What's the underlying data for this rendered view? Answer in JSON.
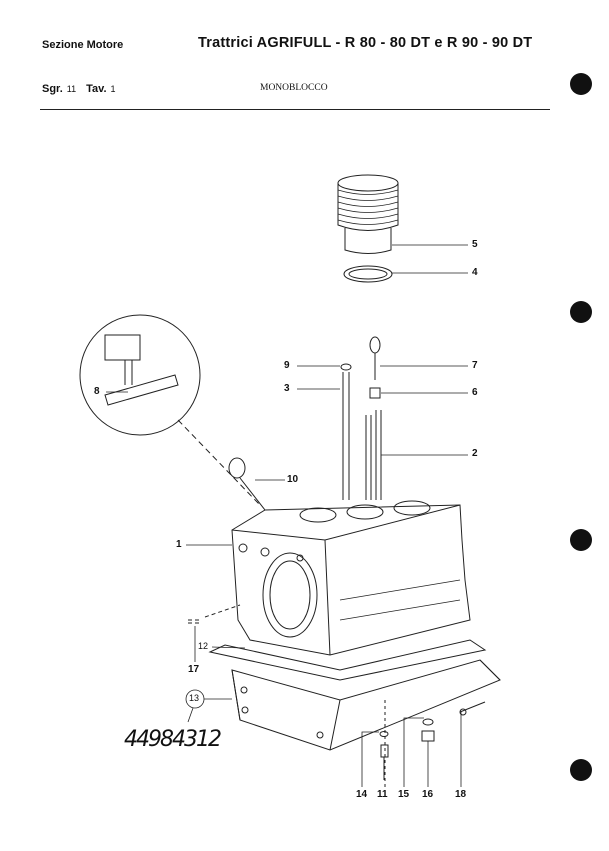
{
  "header": {
    "section": "Sezione Motore",
    "title": "Trattrici AGRIFULL - R 80 - 80 DT e R 90 - 90 DT",
    "sgr_label": "Sgr.",
    "sgr_value": "11",
    "tav_label": "Tav.",
    "tav_value": "1",
    "subtitle": "MONOBLOCCO"
  },
  "callouts": [
    "1",
    "2",
    "3",
    "4",
    "5",
    "6",
    "7",
    "8",
    "9",
    "10",
    "11",
    "12",
    "13",
    "14",
    "15",
    "16",
    "17",
    "18"
  ],
  "handwritten_part_number": "44984312"
}
